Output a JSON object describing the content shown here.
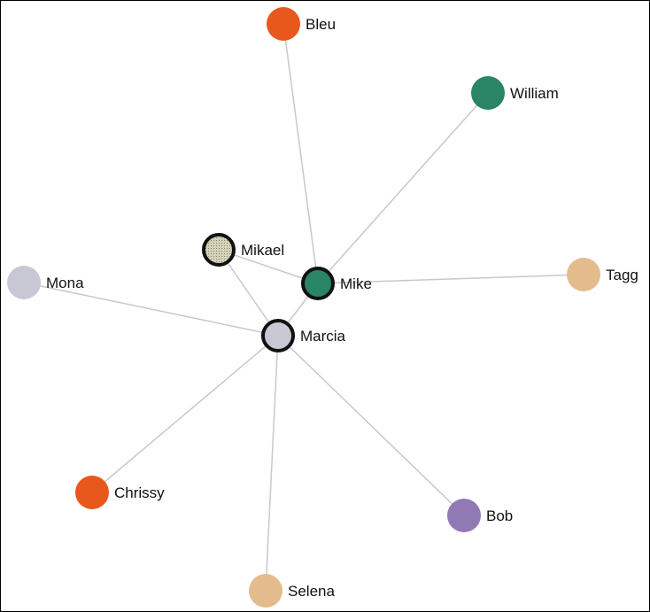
{
  "graph": {
    "nodes": [
      {
        "id": "bleu",
        "label": "Bleu",
        "color": "#e8581c",
        "highlighted": false
      },
      {
        "id": "william",
        "label": "William",
        "color": "#2a8466",
        "highlighted": false
      },
      {
        "id": "mikael",
        "label": "Mikael",
        "color": "#c9c8ae",
        "highlighted": true,
        "pattern": "dotted"
      },
      {
        "id": "mike",
        "label": "Mike",
        "color": "#2a8466",
        "highlighted": true
      },
      {
        "id": "mona",
        "label": "Mona",
        "color": "#c8c8d4",
        "highlighted": false
      },
      {
        "id": "tagg",
        "label": "Tagg",
        "color": "#e4bb8c",
        "highlighted": false
      },
      {
        "id": "marcia",
        "label": "Marcia",
        "color": "#c8c8d4",
        "highlighted": true
      },
      {
        "id": "chrissy",
        "label": "Chrissy",
        "color": "#e8581c",
        "highlighted": false
      },
      {
        "id": "bob",
        "label": "Bob",
        "color": "#9179b4",
        "highlighted": false
      },
      {
        "id": "selena",
        "label": "Selena",
        "color": "#e4bb8c",
        "highlighted": false
      }
    ],
    "links": [
      {
        "source": "mike",
        "target": "bleu"
      },
      {
        "source": "mike",
        "target": "william"
      },
      {
        "source": "mike",
        "target": "tagg"
      },
      {
        "source": "mike",
        "target": "mikael"
      },
      {
        "source": "mike",
        "target": "marcia"
      },
      {
        "source": "marcia",
        "target": "mikael"
      },
      {
        "source": "marcia",
        "target": "mona"
      },
      {
        "source": "marcia",
        "target": "chrissy"
      },
      {
        "source": "marcia",
        "target": "bob"
      },
      {
        "source": "marcia",
        "target": "selena"
      }
    ],
    "style": {
      "link_color": "#c8c6d2",
      "highlight_stroke": "#111111",
      "background": "#ffffff"
    }
  }
}
